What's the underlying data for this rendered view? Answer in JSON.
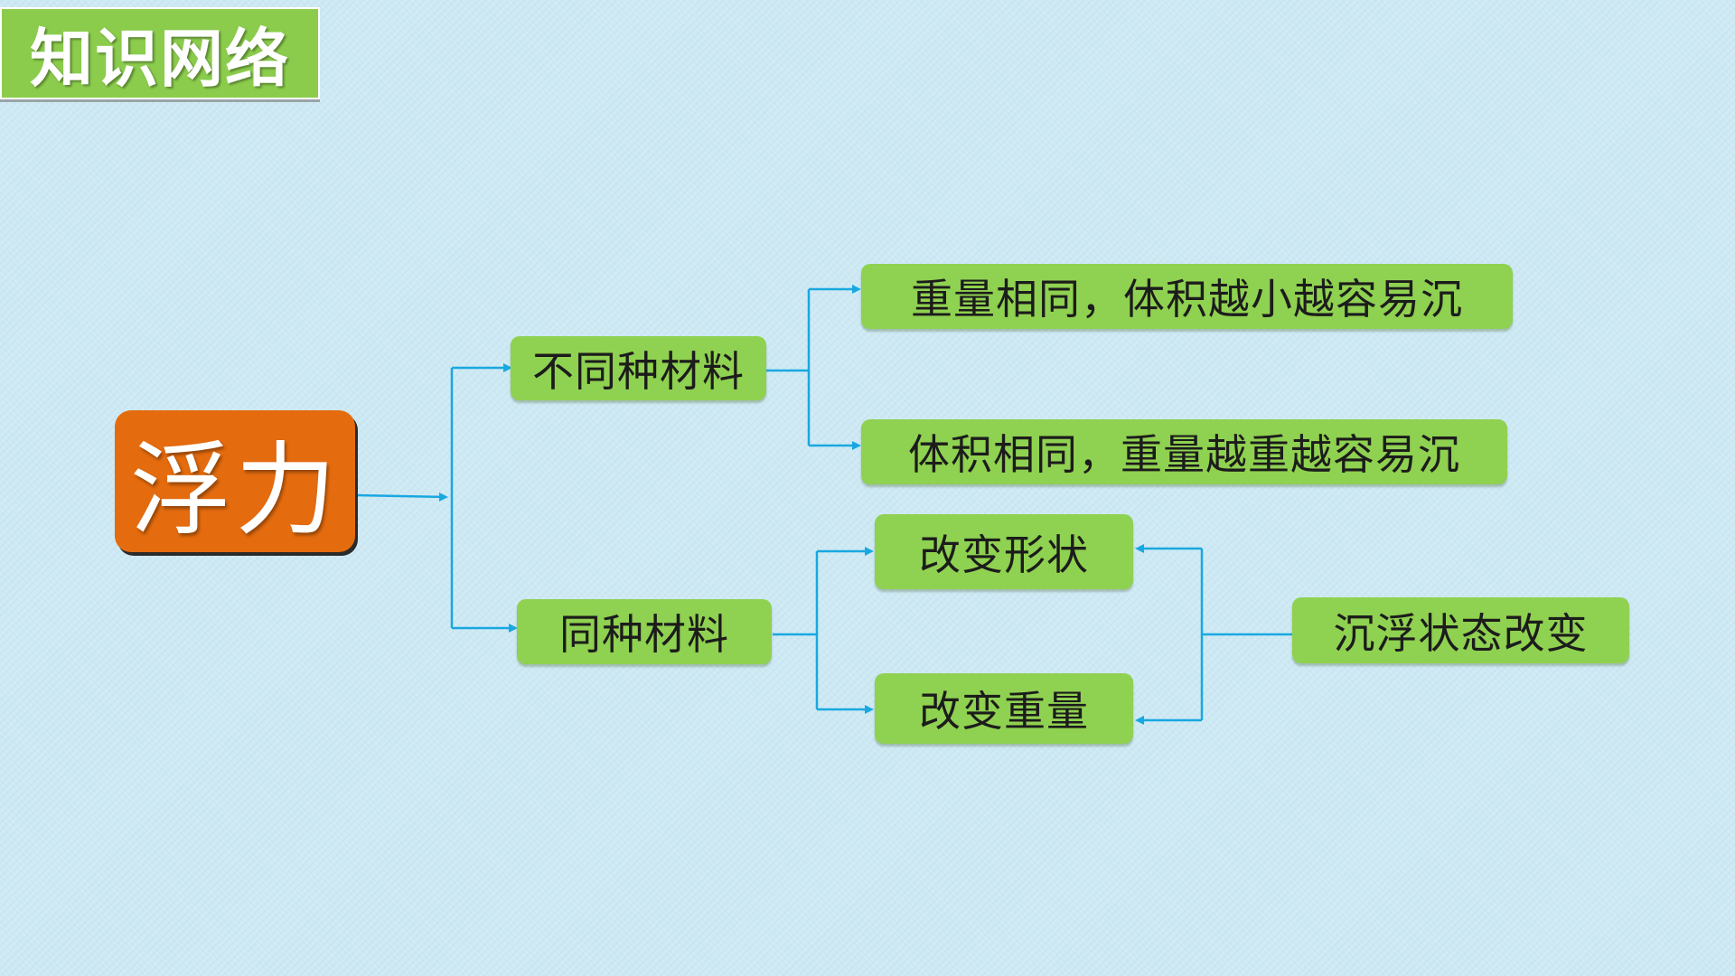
{
  "title": "知识网络",
  "colors": {
    "title_bg": "#8bcc4c",
    "root_bg": "#e46b0e",
    "node_bg": "#8fd150",
    "connector": "#18a8e0"
  },
  "diagram": {
    "root": "浮力",
    "branch_different_material": "不同种材料",
    "branch_same_material": "同种材料",
    "rule_same_weight": "重量相同，体积越小越容易沉",
    "rule_same_volume": "体积相同，重量越重越容易沉",
    "change_shape": "改变形状",
    "change_weight": "改变重量",
    "state_change": "沉浮状态改变"
  }
}
